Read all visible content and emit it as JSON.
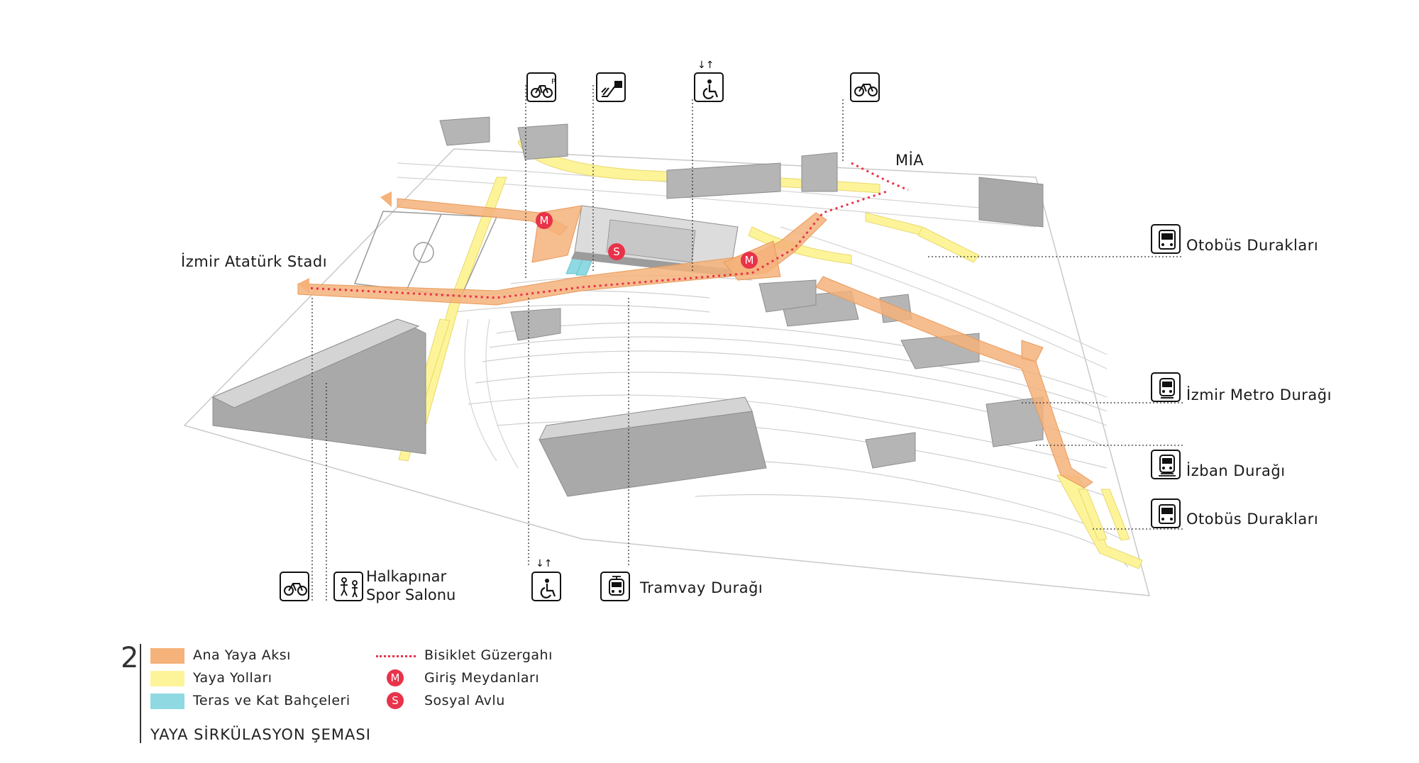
{
  "labels": {
    "stadium": "İzmir Atatürk Stadı",
    "mia": "MİA",
    "bus_stops_1": "Otobüs Durakları",
    "metro_stop": "İzmir Metro Durağı",
    "izban_stop": "İzban Durağı",
    "bus_stops_2": "Otobüs Durakları",
    "sports_hall_line1": "Halkapınar",
    "sports_hall_line2": "Spor Salonu",
    "tram_stop": "Tramvay Durağı"
  },
  "map_markers": {
    "entrance_1": "M",
    "entrance_2": "M",
    "social_court": "S"
  },
  "legend": {
    "number": "2",
    "title": "YAYA SİRKÜLASYON ŞEMASI",
    "items": [
      {
        "label": "Ana Yaya Aksı",
        "color": "#f5b27a"
      },
      {
        "label": "Yaya Yolları",
        "color": "#fdf49a"
      },
      {
        "label": "Teras ve Kat Bahçeleri",
        "color": "#8fd9e2"
      },
      {
        "label": "Bisiklet Güzergahı",
        "color": "#e8334a"
      },
      {
        "label": "Giriş Meydanları",
        "symbol": "M",
        "color": "#e8334a"
      },
      {
        "label": "Sosyal Avlu",
        "symbol": "S",
        "color": "#e8334a"
      }
    ]
  },
  "icons": [
    "bicycle-parking-icon",
    "escalator-icon",
    "elevator-accessible-icon",
    "bicycle-icon",
    "bus-icon",
    "metro-icon",
    "train-icon",
    "bus-icon",
    "bicycle-icon",
    "sports-hall-icon",
    "elevator-accessible-icon",
    "tram-icon"
  ],
  "colors": {
    "main_axis": "#f5b27a",
    "pedestrian": "#fdf49a",
    "terrace": "#8fd9e2",
    "bike_route": "#e8334a",
    "building": "#b5b5b5"
  }
}
